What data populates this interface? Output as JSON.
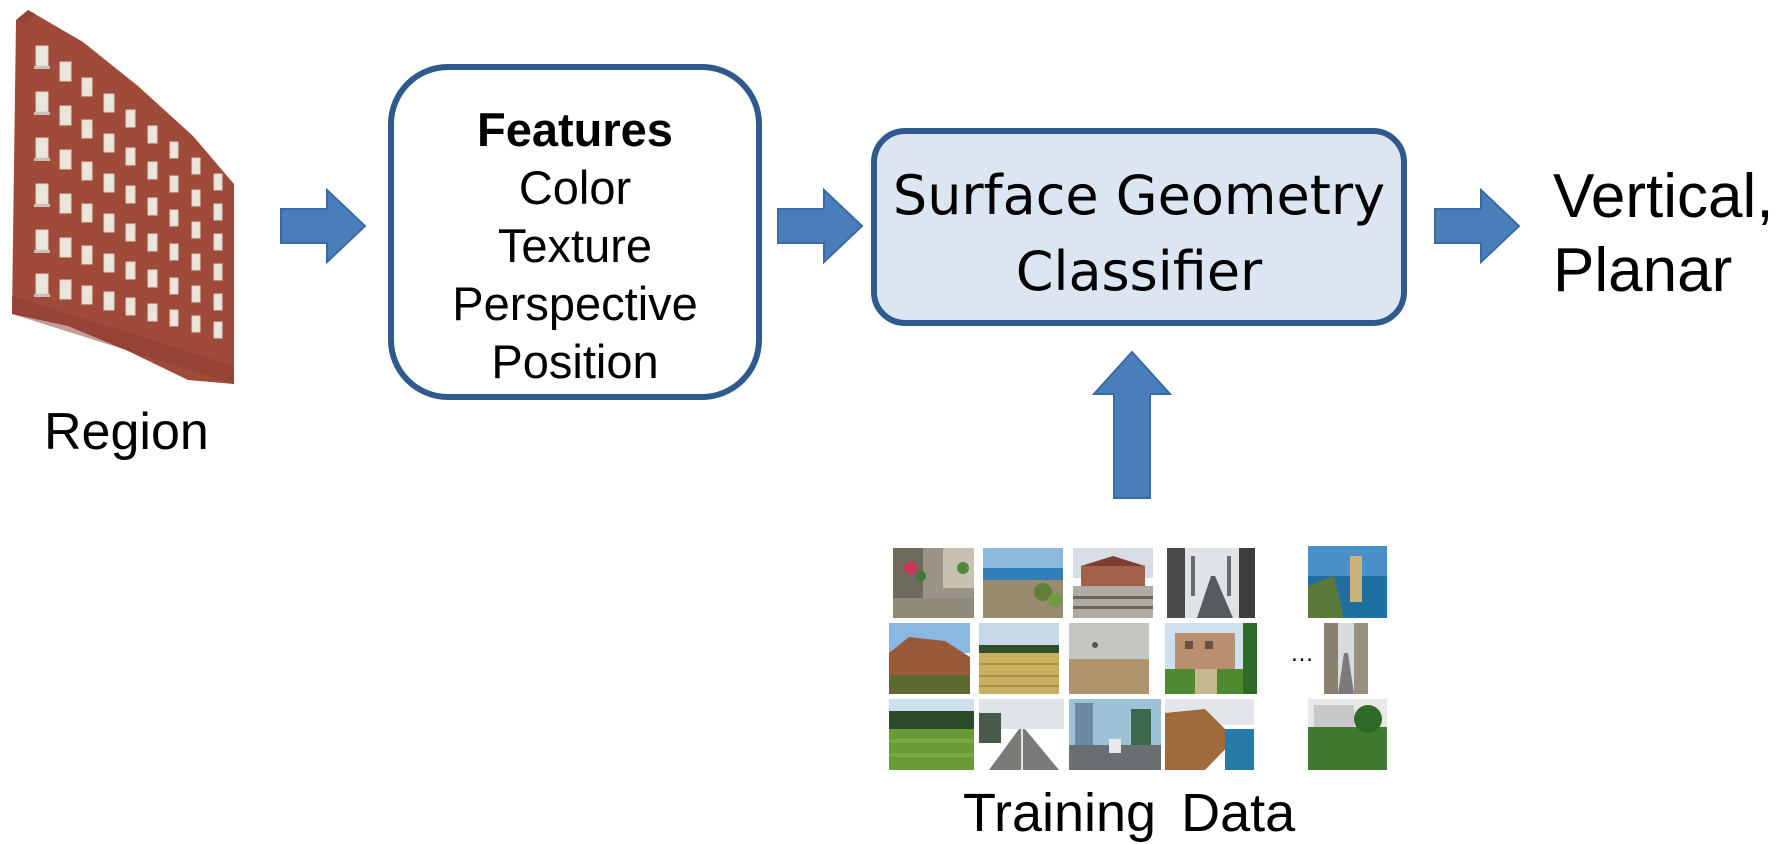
{
  "region": {
    "label": "Region"
  },
  "features": {
    "title": "Features",
    "items": [
      "Color",
      "Texture",
      "Perspective",
      "Position"
    ]
  },
  "classifier": {
    "line1": "Surface Geometry",
    "line2": "Classifier"
  },
  "output": {
    "line1": "Vertical,",
    "line2": "Planar"
  },
  "training": {
    "label": "Training Data",
    "ellipsis": "…"
  },
  "colors": {
    "arrow_fill": "#4a7ebb",
    "arrow_stroke": "#3a6aa5",
    "box_border": "#2e5a8e",
    "classifier_fill": "#dbe6f2",
    "brick": "#9a4a3c"
  }
}
